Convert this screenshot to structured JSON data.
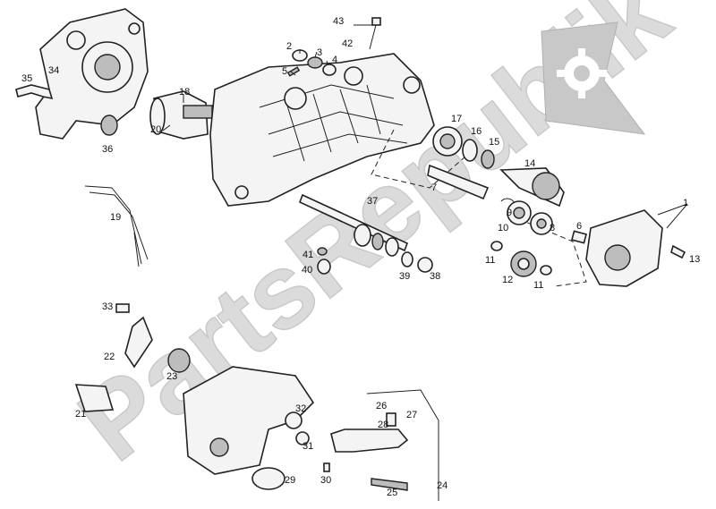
{
  "watermark": {
    "text": "PartsRepublik"
  },
  "labels": [
    "1",
    "2",
    "3",
    "4",
    "5",
    "6",
    "7",
    "8",
    "9",
    "10",
    "11",
    "11",
    "12",
    "13",
    "14",
    "15",
    "16",
    "17",
    "18",
    "19",
    "20",
    "21",
    "22",
    "23",
    "24",
    "25",
    "26",
    "27",
    "28",
    "29",
    "30",
    "31",
    "32",
    "33",
    "34",
    "35",
    "36",
    "37",
    "38",
    "39",
    "40",
    "41",
    "42",
    "43"
  ]
}
